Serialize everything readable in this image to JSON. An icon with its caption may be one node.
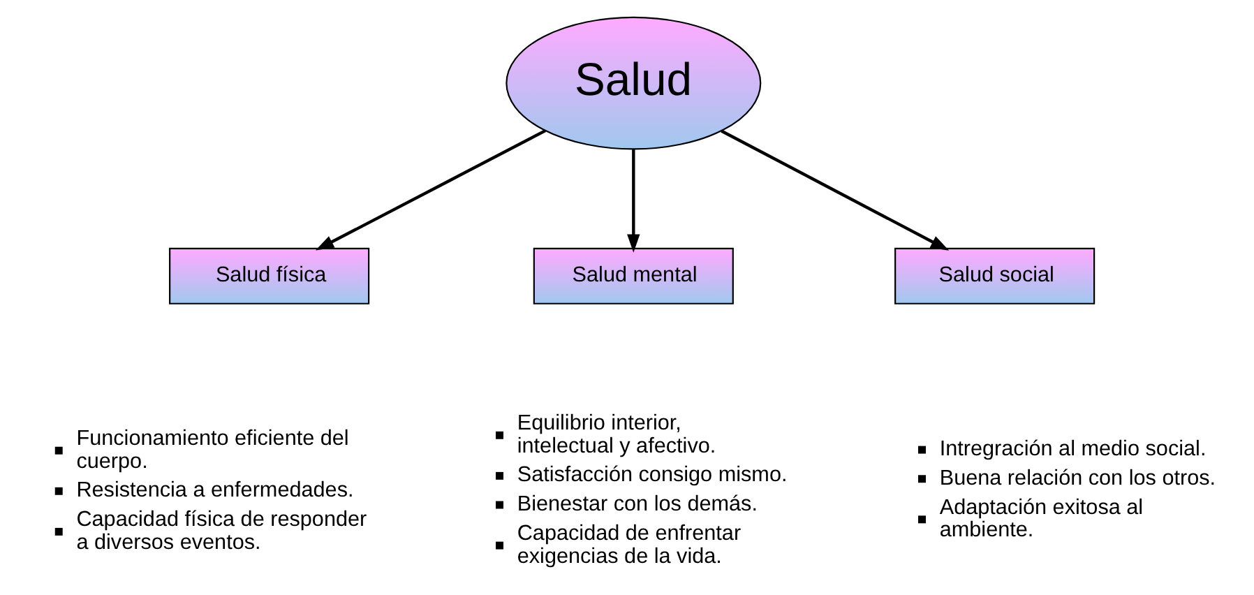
{
  "diagram": {
    "nodes": [
      {
        "text": [
          "Salud"
        ]
      },
      {
        "text": [
          "Salud física"
        ],
        "beside": [
          "Funcionamiento eficiente del cuerpo.",
          "Resistencia a enfermedades.",
          "Capacidad física de responder a diversos eventos."
        ]
      },
      {
        "text": [
          "Salud mental"
        ],
        "beside": [
          "Equilibrio interior, intelectual y afectivo.",
          "Satisfacción consigo mismo.",
          "Bienestar con los demás.",
          "Capacidad de enfrentar exigencias de la vida."
        ]
      },
      {
        "text": [
          "Salud social"
        ],
        "beside": [
          "Intregración al medio social.",
          "Buena relación con los otros.",
          "Adaptación exitosa al ambiente."
        ]
      }
    ],
    "edges": [
      {
        "from": 0,
        "to": 1,
        "arrow": "to"
      },
      {
        "from": 0,
        "to": 2,
        "arrow": "to"
      },
      {
        "from": 0,
        "to": 3,
        "arrow": "to"
      }
    ]
  }
}
